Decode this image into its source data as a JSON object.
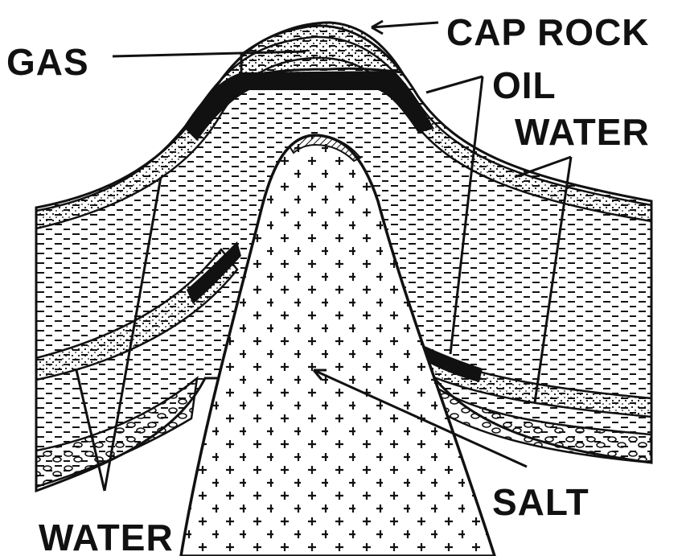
{
  "labels": {
    "gas": "GAS",
    "cap_rock": "CAP ROCK",
    "oil": "OIL",
    "water_right": "WATER",
    "water_left": "WATER",
    "salt": "SALT"
  },
  "colors": {
    "ink": "#111111",
    "paper": "#ffffff"
  }
}
